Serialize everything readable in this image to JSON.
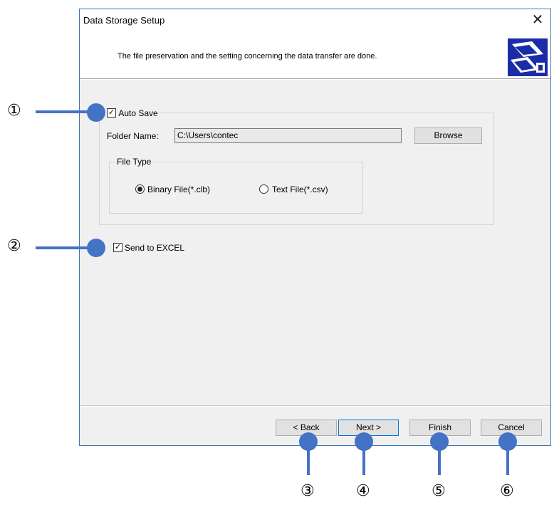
{
  "window": {
    "title": "Data Storage Setup",
    "close_glyph": "✕",
    "description": "The file preservation and the setting concerning the data transfer are done.",
    "logo_icon": "data-storage-logo-icon"
  },
  "auto_save": {
    "label": "Auto Save",
    "checked": true,
    "check_glyph": "✓"
  },
  "folder": {
    "label": "Folder Name:",
    "value": "C:\\Users\\contec",
    "browse_label": "Browse"
  },
  "file_type": {
    "label": "File Type",
    "binary_label": "Binary File(*.clb)",
    "text_label": "Text File(*.csv)",
    "selected": "binary"
  },
  "send_excel": {
    "label": "Send to EXCEL",
    "checked": true,
    "check_glyph": "✓"
  },
  "buttons": {
    "back": "< Back",
    "next": "Next >",
    "finish": "Finish",
    "cancel": "Cancel"
  },
  "callouts": [
    "①",
    "②",
    "③",
    "④",
    "⑤",
    "⑥"
  ],
  "colors": {
    "callout": "#4472c4",
    "window_border": "#3c78b4",
    "focus_border": "#0078d7"
  }
}
